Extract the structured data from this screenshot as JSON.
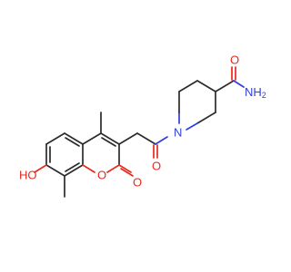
{
  "labels": {
    "hydroxyl": "HO",
    "ring_oxygen": "O",
    "lactone_carbonyl_o": "O",
    "amide_linker_o": "O",
    "piperidine_n": "N",
    "carboxamide_o": "O",
    "carboxamide_nh2": "NH",
    "nh2_subscript": "2"
  },
  "colors": {
    "carbon_bond": "#2b2b2b",
    "oxygen": "#e8291e",
    "nitrogen": "#2f3ee0",
    "background": "#ffffff"
  }
}
